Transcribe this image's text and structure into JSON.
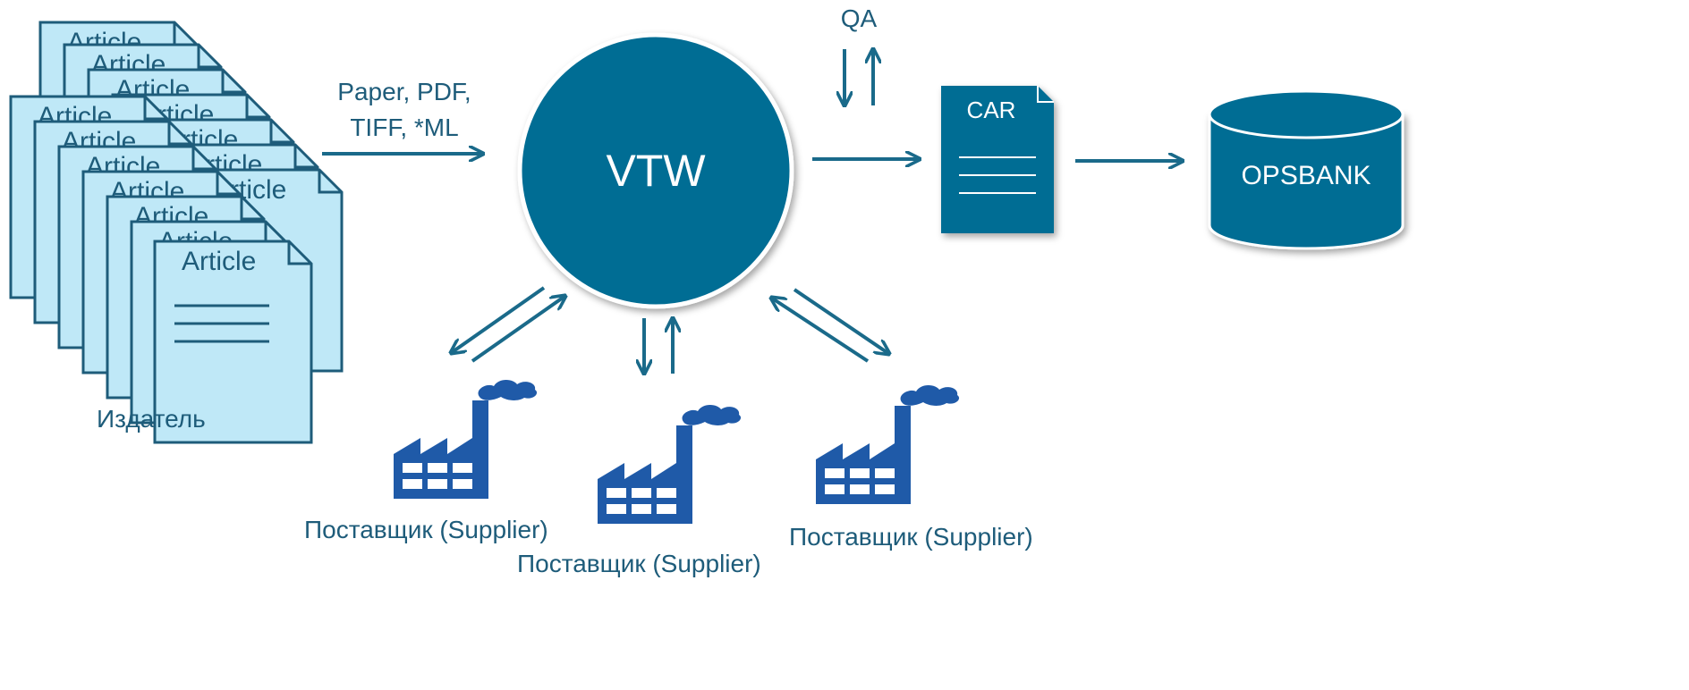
{
  "publisher": {
    "article_label": "Article",
    "label": "Издатель"
  },
  "input_formats": {
    "line1": "Paper, PDF,",
    "line2": "TIFF, *ML"
  },
  "hub": {
    "label": "VTW"
  },
  "qa": {
    "label": "QA"
  },
  "car": {
    "label": "CAR"
  },
  "repository": {
    "label": "OPSBANK"
  },
  "suppliers": [
    {
      "label": "Поставщик (Supplier)"
    },
    {
      "label": "Поставщик (Supplier)"
    },
    {
      "label": "Поставщик (Supplier)"
    }
  ],
  "colors": {
    "primary": "#006d94",
    "arrow": "#1a6a8a",
    "article_fill": "#bfe8f7",
    "article_stroke": "#1e5c7a",
    "factory": "#1f5aa8",
    "text": "#1e5c7a"
  }
}
